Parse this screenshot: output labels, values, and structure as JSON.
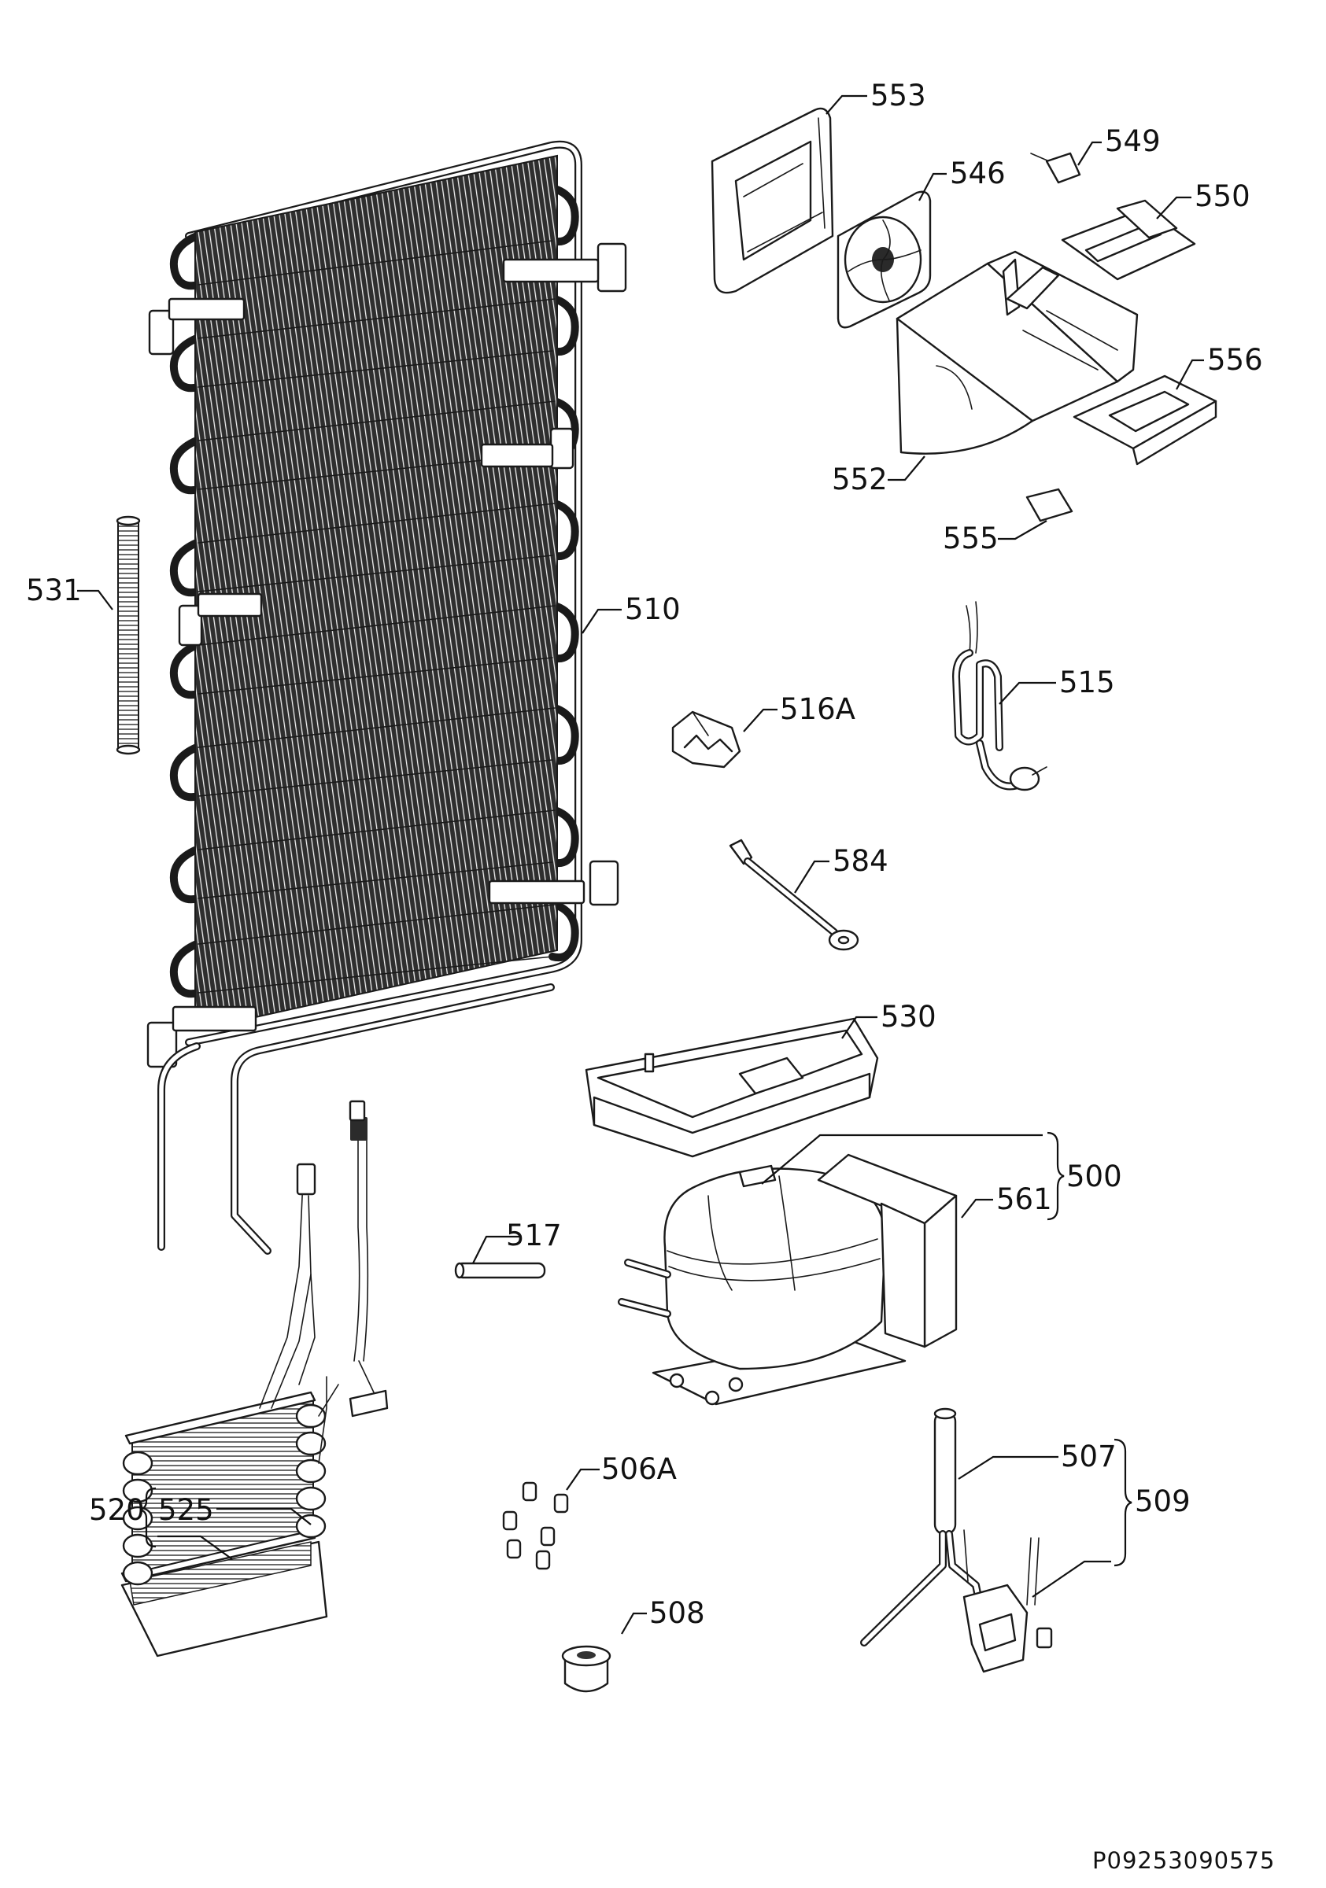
{
  "drawing_code": "P09253090575",
  "callouts": [
    {
      "id": "c553",
      "label": "553"
    },
    {
      "id": "c549",
      "label": "549"
    },
    {
      "id": "c546",
      "label": "546"
    },
    {
      "id": "c550",
      "label": "550"
    },
    {
      "id": "c556",
      "label": "556"
    },
    {
      "id": "c552",
      "label": "552"
    },
    {
      "id": "c555",
      "label": "555"
    },
    {
      "id": "c531",
      "label": "531"
    },
    {
      "id": "c510",
      "label": "510"
    },
    {
      "id": "c515",
      "label": "515"
    },
    {
      "id": "c516A",
      "label": "516A"
    },
    {
      "id": "c584",
      "label": "584"
    },
    {
      "id": "c530",
      "label": "530"
    },
    {
      "id": "c500",
      "label": "500"
    },
    {
      "id": "c561",
      "label": "561"
    },
    {
      "id": "c517",
      "label": "517"
    },
    {
      "id": "c507",
      "label": "507"
    },
    {
      "id": "c509",
      "label": "509"
    },
    {
      "id": "c520",
      "label": "520"
    },
    {
      "id": "c525",
      "label": "525"
    },
    {
      "id": "c506A",
      "label": "506A"
    },
    {
      "id": "c508",
      "label": "508"
    }
  ]
}
